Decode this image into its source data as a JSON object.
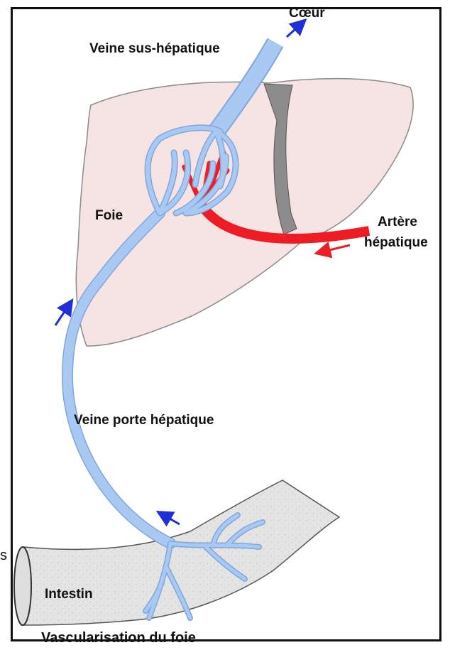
{
  "labels": {
    "coeur": "Cœur",
    "veine_sus_hepatique": "Veine sus-hépatique",
    "foie": "Foie",
    "artere_line1": "Artère",
    "artere_line2": "hépatique",
    "veine_porte": "Veine porte hépatique",
    "intestin": "Intestin",
    "caption": "Vascularisation du foie",
    "edge_fragment": "s"
  },
  "colors": {
    "vein": "#a9c9f3",
    "vein_stroke": "#7fa6dd",
    "artery": "#ee1c25",
    "liver_fill": "#f6e3e3",
    "liver_stroke": "#8a8a8a",
    "ligament": "#8c8c8c",
    "intestine": "#e3e3e3",
    "flow_arrow": "#1f2fd6"
  }
}
